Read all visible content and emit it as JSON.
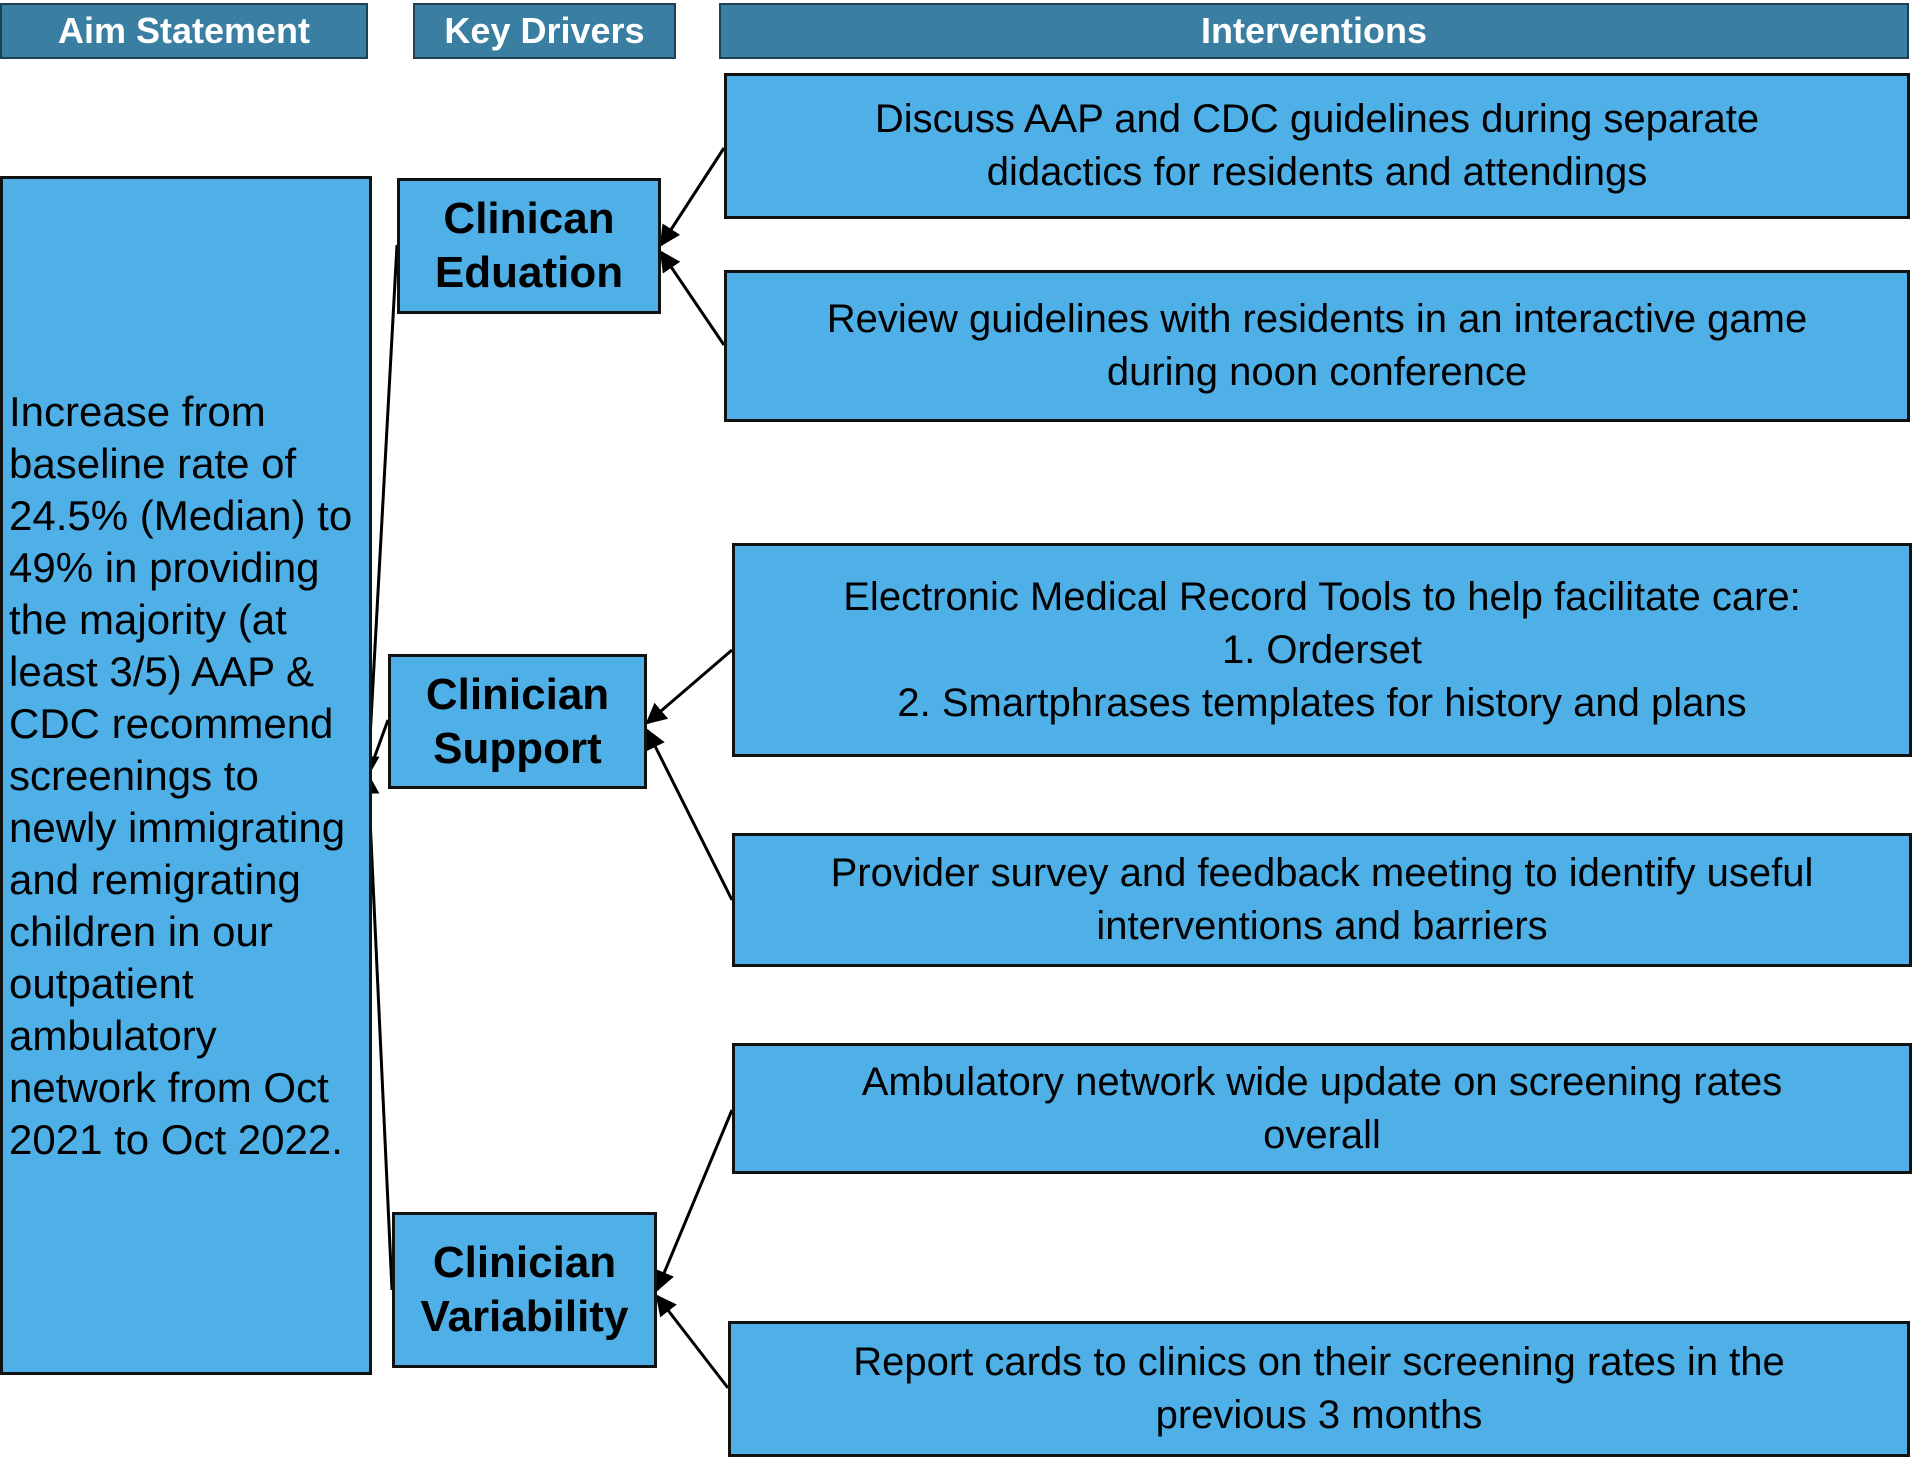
{
  "headers": {
    "aim": "Aim Statement",
    "drivers": "Key Drivers",
    "interventions": "Interventions"
  },
  "aim_statement": "Increase from baseline rate of 24.5% (Median) to 49% in providing the majority (at least 3/5) AAP & CDC recommend screenings to newly immigrating and remigrating children in our outpatient ambulatory network from Oct 2021 to Oct 2022.",
  "drivers": [
    {
      "label": "Clinican Eduation"
    },
    {
      "label": "Clinician Support"
    },
    {
      "label": "Clinician Variability"
    }
  ],
  "interventions": [
    {
      "lines": [
        "Discuss AAP and CDC guidelines during separate",
        "didactics for residents and attendings"
      ]
    },
    {
      "lines": [
        "Review guidelines with residents in an interactive game",
        "during noon conference"
      ]
    },
    {
      "lines": [
        "Electronic Medical Record Tools to help facilitate care:",
        "1. Orderset",
        "2. Smartphrases templates for history and plans"
      ]
    },
    {
      "lines": [
        "Provider survey and feedback meeting to identify useful",
        "interventions and barriers"
      ]
    },
    {
      "lines": [
        "Ambulatory network wide update on screening rates",
        "overall"
      ]
    },
    {
      "lines": [
        "Report cards to clinics on their screening rates in the",
        "previous 3 months"
      ]
    }
  ],
  "colors": {
    "header_fill": "#3a7fa1",
    "box_fill": "#4fb0e8",
    "border": "#111111"
  }
}
